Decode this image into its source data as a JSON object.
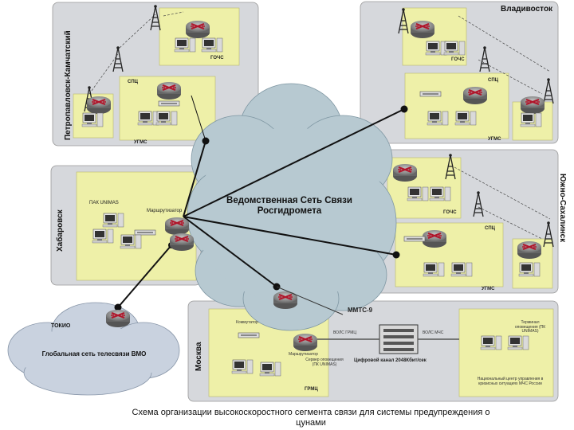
{
  "regions": {
    "petropavlovsk": "Петропавловск-Камчатский",
    "vladivostok": "Владивосток",
    "khabarovsk": "Хабаровск",
    "yuzhno": "Южно-Сахалинск",
    "moscow": "Москва"
  },
  "nodes": {
    "spc": "СПЦ",
    "gochs": "ГОЧС",
    "ugms": "УГМС",
    "grmc": "ГРМЦ",
    "mmts": "ММТС-9",
    "tokio": "ТОКИО"
  },
  "labels": {
    "cloud": "Ведомственная Сеть Связи Росгидромета",
    "gts": "Глобальная сеть телесвязи ВМО",
    "digital_channel": "Цифровой канал 2048Кбит/сек",
    "vols_grmc": "ВОЛС ГРМЦ",
    "vols_mchs": "ВОЛС МЧС",
    "switch": "Коммутатор",
    "router": "Маршрутизатор",
    "server": "Сервер оповещения (ПК UNIMAS)",
    "terminal": "Терминал оповещения (ПК UNIMAS)",
    "mchs_center": "Национальный центр управления в кризисных ситуациях МЧС России",
    "pak_unimas": "ПАК UNIMAS"
  },
  "caption": "Схема организации высокоскоростного сегмента связи для системы предупреждения о цунами",
  "colors": {
    "panel": "#d6d8dc",
    "zone": "#eef0a8",
    "cloud": "#b7c9d1",
    "gts_cloud": "#c9d2df",
    "router": "#8a8a8a",
    "link": "#111111"
  }
}
